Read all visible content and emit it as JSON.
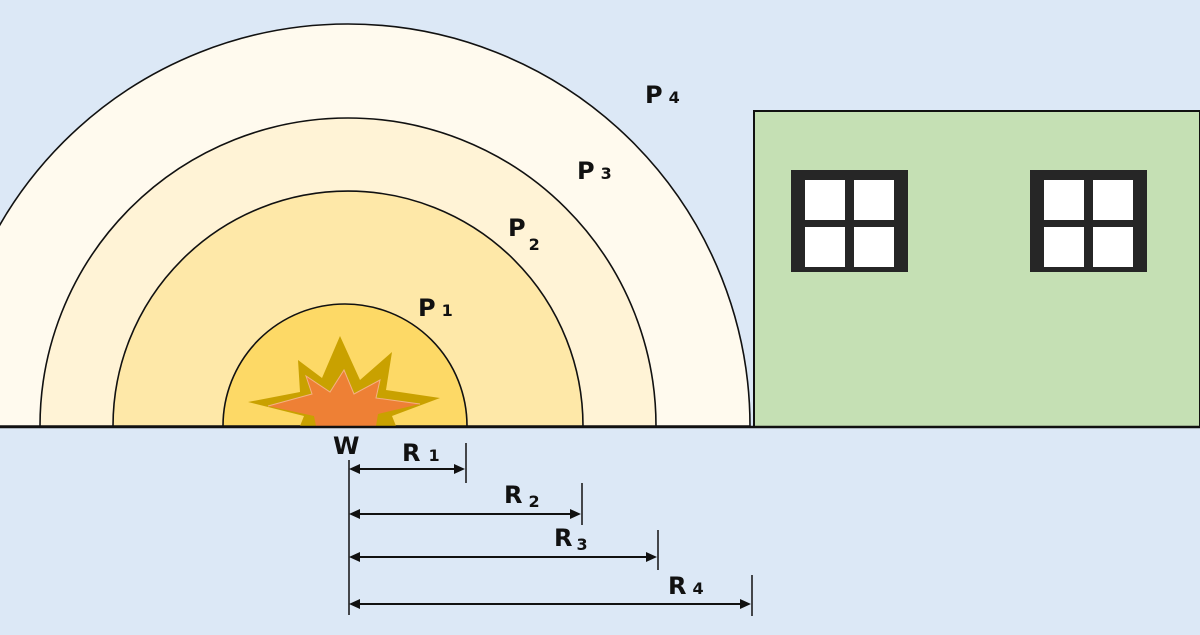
{
  "colors": {
    "background": "#dce8f6",
    "zone_p4": "#fffaee",
    "zone_p3": "#fff3d6",
    "zone_p2": "#fee8a8",
    "zone_p1": "#fdd966",
    "burst_outer": "#c9a100",
    "burst_inner": "#ee8035",
    "building": "#c5e0b4",
    "window_frame": "#262626",
    "outline": "#111111"
  },
  "origin_label": "W",
  "pressure_labels": [
    {
      "main": "P",
      "sub": "1"
    },
    {
      "main": "P",
      "sub": "2"
    },
    {
      "main": "P",
      "sub": "3"
    },
    {
      "main": "P",
      "sub": "4"
    }
  ],
  "radius_labels": [
    {
      "main": "R",
      "sub": "1"
    },
    {
      "main": "R",
      "sub": "2"
    },
    {
      "main": "R",
      "sub": "3"
    },
    {
      "main": "R",
      "sub": "4"
    }
  ],
  "icons": {
    "explosion": "explosion-burst-icon",
    "building": "building-icon",
    "window": "window-icon"
  }
}
